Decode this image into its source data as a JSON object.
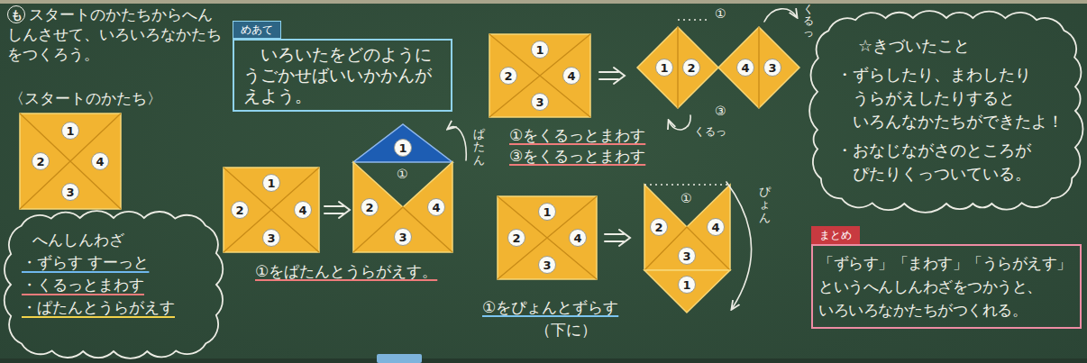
{
  "diagram": {
    "nodes": [
      {
        "text": [
          "も"
        ]
      },
      {
        "text": [
          "めあて",
          "いろいたをどのように うごかせばいいかかんが えよう。"
        ]
      },
      {
        "text": [
          "1"
        ]
      },
      {
        "text": [
          "2"
        ]
      },
      {
        "text": [
          "4"
        ]
      },
      {
        "text": [
          "3"
        ]
      },
      {
        "text": [
          "へんしんわざ",
          "・ずらす すーっと",
          "・くるっとまわす",
          "・ぱたんとうらがえす"
        ]
      },
      {
        "text": [
          "1"
        ]
      },
      {
        "text": [
          "2"
        ]
      },
      {
        "text": [
          "4"
        ]
      },
      {
        "text": [
          "3"
        ]
      },
      {
        "text": [
          "1"
        ]
      },
      {
        "text": [
          "2"
        ]
      },
      {
        "text": [
          "4"
        ]
      },
      {
        "text": [
          "3"
        ]
      },
      {
        "text": [
          "1"
        ]
      },
      {
        "text": [
          "2"
        ]
      },
      {
        "text": [
          "4"
        ]
      },
      {
        "text": [
          "3"
        ]
      },
      {
        "text": [
          "1"
        ]
      },
      {
        "text": [
          "2"
        ]
      },
      {
        "text": [
          "4"
        ]
      },
      {
        "text": [
          "3"
        ]
      },
      {
        "text": [
          "1"
        ]
      },
      {
        "text": [
          "2"
        ]
      },
      {
        "text": [
          "4"
        ]
      },
      {
        "text": [
          "3"
        ]
      },
      {
        "text": [
          "2"
        ]
      },
      {
        "text": [
          "4"
        ]
      },
      {
        "text": [
          "3"
        ]
      },
      {
        "text": [
          "1"
        ]
      },
      {
        "text": [
          "☆きづいたこと",
          "・ずらしたり、まわしたり うらがえしたりすると いろんなかたちができたよ！",
          "・おなじながさのところが ぴたりくっついている。"
        ]
      },
      {
        "text": [
          "まとめ",
          "「ずらす」「まわす」「うらがえす」 というへんしんわざをつかうと、 いろいろなかたちがつくれる。"
        ]
      }
    ],
    "labels": [
      "スタートのかたちからへん しんさせて、いろいろなかたち をつくろう。",
      "〈スタートのかたち〉",
      "①",
      "③",
      "くるっ",
      "くるっ",
      "①をくるっとまわす",
      "③をくるっとまわす",
      "ぱたん",
      "①",
      "①をぱたんとうらがえす。",
      "①",
      "ぴょん",
      "①をぴょんとずらす",
      "（下に）"
    ]
  }
}
